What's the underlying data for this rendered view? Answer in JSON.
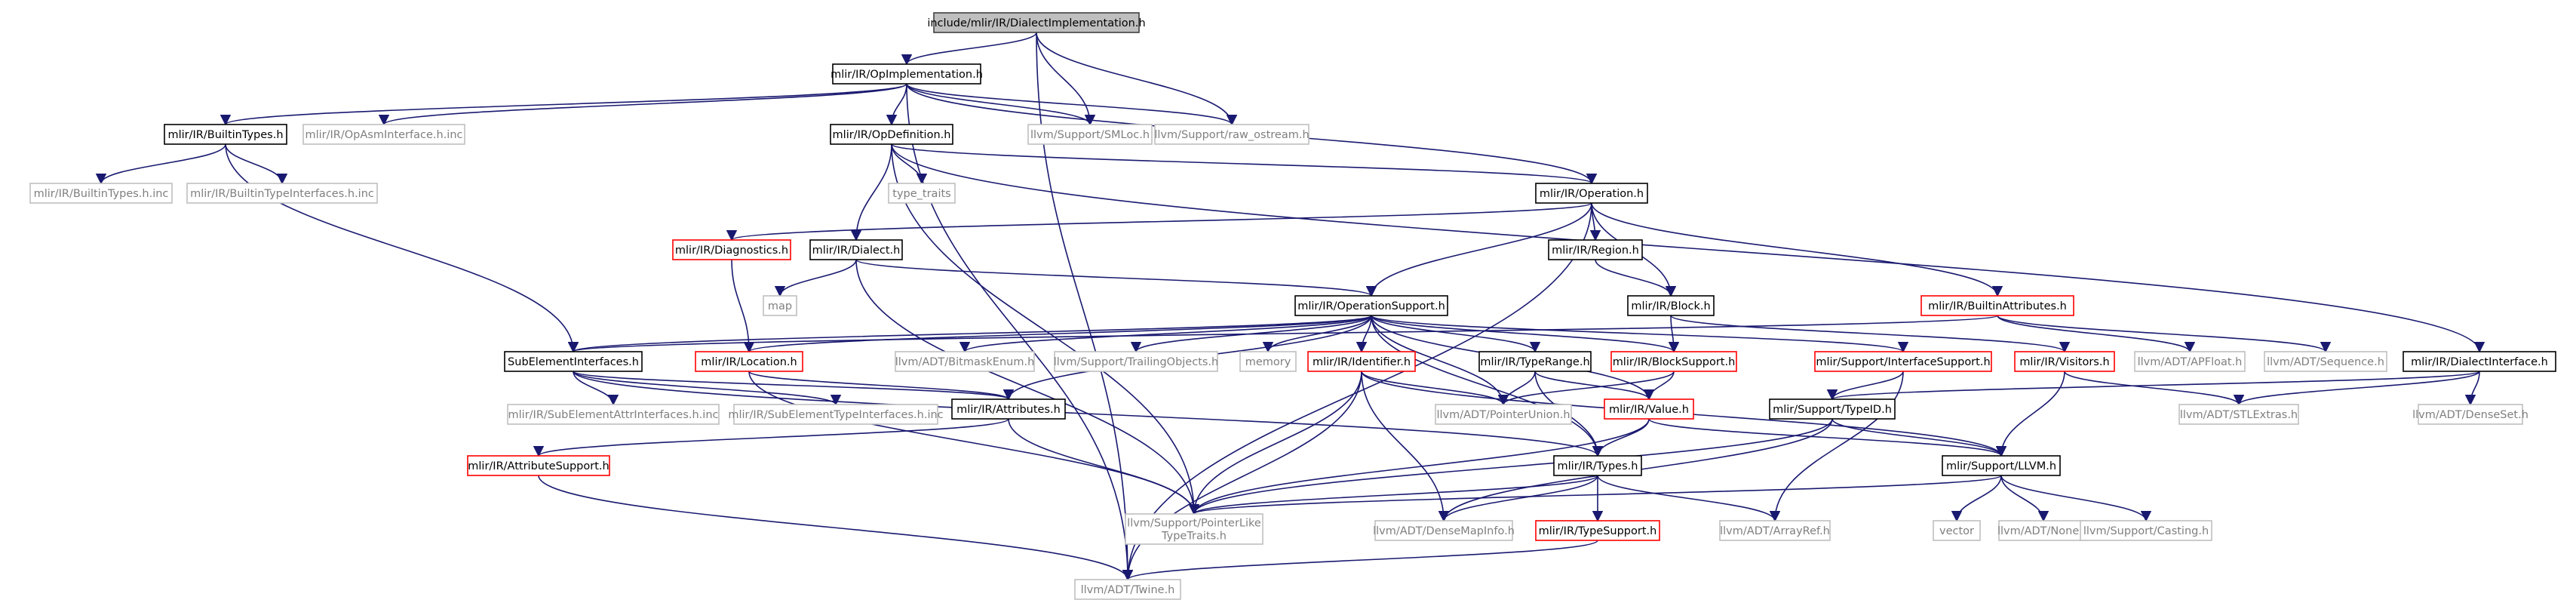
{
  "colors": {
    "edge": "#191970",
    "root_fill": "#bfbfbf",
    "root_border": "#404040",
    "local_border": "#000000",
    "external_border": "#bfbfbf",
    "external_text": "#7f7f7f",
    "truncated_border": "#ff0000",
    "text": "#000000"
  },
  "nodes": [
    {
      "id": "root",
      "label": "include/mlir/IR/DialectImplementation.h",
      "kind": "root"
    },
    {
      "id": "opimpl",
      "label": "mlir/IR/OpImplementation.h",
      "kind": "local"
    },
    {
      "id": "smloc",
      "label": "llvm/Support/SMLoc.h",
      "kind": "external"
    },
    {
      "id": "raw_ostream",
      "label": "llvm/Support/raw_ostream.h",
      "kind": "external"
    },
    {
      "id": "builtintypes",
      "label": "mlir/IR/BuiltinTypes.h",
      "kind": "local"
    },
    {
      "id": "opasminc",
      "label": "mlir/IR/OpAsmInterface.h.inc",
      "kind": "external"
    },
    {
      "id": "opdef",
      "label": "mlir/IR/OpDefinition.h",
      "kind": "local"
    },
    {
      "id": "btinc",
      "label": "mlir/IR/BuiltinTypes.h.inc",
      "kind": "external"
    },
    {
      "id": "btiinc",
      "label": "mlir/IR/BuiltinTypeInterfaces.h.inc",
      "kind": "external"
    },
    {
      "id": "type_traits",
      "label": "type_traits",
      "kind": "external"
    },
    {
      "id": "operation",
      "label": "mlir/IR/Operation.h",
      "kind": "local"
    },
    {
      "id": "diagnostics",
      "label": "mlir/IR/Diagnostics.h",
      "kind": "truncated"
    },
    {
      "id": "dialect",
      "label": "mlir/IR/Dialect.h",
      "kind": "local"
    },
    {
      "id": "region",
      "label": "mlir/IR/Region.h",
      "kind": "local"
    },
    {
      "id": "map",
      "label": "map",
      "kind": "external"
    },
    {
      "id": "opsupport",
      "label": "mlir/IR/OperationSupport.h",
      "kind": "local"
    },
    {
      "id": "block",
      "label": "mlir/IR/Block.h",
      "kind": "local"
    },
    {
      "id": "builtinattrs",
      "label": "mlir/IR/BuiltinAttributes.h",
      "kind": "truncated"
    },
    {
      "id": "subelem",
      "label": "SubElementInterfaces.h",
      "kind": "local"
    },
    {
      "id": "location",
      "label": "mlir/IR/Location.h",
      "kind": "truncated"
    },
    {
      "id": "bitmask",
      "label": "llvm/ADT/BitmaskEnum.h",
      "kind": "external"
    },
    {
      "id": "trailing",
      "label": "llvm/Support/TrailingObjects.h",
      "kind": "external"
    },
    {
      "id": "memory",
      "label": "memory",
      "kind": "external"
    },
    {
      "id": "identifier",
      "label": "mlir/IR/Identifier.h",
      "kind": "truncated"
    },
    {
      "id": "typerange",
      "label": "mlir/IR/TypeRange.h",
      "kind": "local"
    },
    {
      "id": "blocksupport",
      "label": "mlir/IR/BlockSupport.h",
      "kind": "truncated"
    },
    {
      "id": "ifacesupport",
      "label": "mlir/Support/InterfaceSupport.h",
      "kind": "truncated"
    },
    {
      "id": "visitors",
      "label": "mlir/IR/Visitors.h",
      "kind": "truncated"
    },
    {
      "id": "apfloat",
      "label": "llvm/ADT/APFloat.h",
      "kind": "external"
    },
    {
      "id": "sequence",
      "label": "llvm/ADT/Sequence.h",
      "kind": "external"
    },
    {
      "id": "dialectiface",
      "label": "mlir/IR/DialectInterface.h",
      "kind": "local"
    },
    {
      "id": "seaiinc",
      "label": "mlir/IR/SubElementAttrInterfaces.h.inc",
      "kind": "external"
    },
    {
      "id": "setiinc",
      "label": "mlir/IR/SubElementTypeInterfaces.h.inc",
      "kind": "external"
    },
    {
      "id": "attributes",
      "label": "mlir/IR/Attributes.h",
      "kind": "local"
    },
    {
      "id": "ptrunion",
      "label": "llvm/ADT/PointerUnion.h",
      "kind": "external"
    },
    {
      "id": "value",
      "label": "mlir/IR/Value.h",
      "kind": "truncated"
    },
    {
      "id": "typeid",
      "label": "mlir/Support/TypeID.h",
      "kind": "local"
    },
    {
      "id": "stlextras",
      "label": "llvm/ADT/STLExtras.h",
      "kind": "external"
    },
    {
      "id": "denseset",
      "label": "llvm/ADT/DenseSet.h",
      "kind": "external"
    },
    {
      "id": "attrsupport",
      "label": "mlir/IR/AttributeSupport.h",
      "kind": "truncated"
    },
    {
      "id": "types",
      "label": "mlir/IR/Types.h",
      "kind": "local"
    },
    {
      "id": "llvmh",
      "label": "mlir/Support/LLVM.h",
      "kind": "local"
    },
    {
      "id": "ptrlike",
      "label": "llvm/Support/PointerLike\nTypeTraits.h",
      "kind": "external"
    },
    {
      "id": "densemapinfo",
      "label": "llvm/ADT/DenseMapInfo.h",
      "kind": "external"
    },
    {
      "id": "typesupport",
      "label": "mlir/IR/TypeSupport.h",
      "kind": "truncated"
    },
    {
      "id": "arrayref",
      "label": "llvm/ADT/ArrayRef.h",
      "kind": "external"
    },
    {
      "id": "vector",
      "label": "vector",
      "kind": "external"
    },
    {
      "id": "none",
      "label": "llvm/ADT/None.h",
      "kind": "external"
    },
    {
      "id": "casting",
      "label": "llvm/Support/Casting.h",
      "kind": "external"
    },
    {
      "id": "twine",
      "label": "llvm/ADT/Twine.h",
      "kind": "external"
    }
  ],
  "edges": [
    [
      "root",
      "opimpl"
    ],
    [
      "root",
      "smloc"
    ],
    [
      "root",
      "raw_ostream"
    ],
    [
      "root",
      "twine"
    ],
    [
      "opimpl",
      "builtintypes"
    ],
    [
      "opimpl",
      "opasminc"
    ],
    [
      "opimpl",
      "opdef"
    ],
    [
      "opimpl",
      "smloc"
    ],
    [
      "opimpl",
      "raw_ostream"
    ],
    [
      "opimpl",
      "operation"
    ],
    [
      "opimpl",
      "twine"
    ],
    [
      "builtintypes",
      "btinc"
    ],
    [
      "builtintypes",
      "btiinc"
    ],
    [
      "builtintypes",
      "subelem"
    ],
    [
      "opdef",
      "type_traits"
    ],
    [
      "opdef",
      "dialect"
    ],
    [
      "opdef",
      "operation"
    ],
    [
      "opdef",
      "ptrlike"
    ],
    [
      "operation",
      "diagnostics"
    ],
    [
      "operation",
      "region"
    ],
    [
      "operation",
      "block"
    ],
    [
      "operation",
      "opsupport"
    ],
    [
      "operation",
      "builtinattrs"
    ],
    [
      "operation",
      "twine"
    ],
    [
      "diagnostics",
      "location"
    ],
    [
      "dialect",
      "map"
    ],
    [
      "dialect",
      "opsupport"
    ],
    [
      "dialect",
      "ptrlike"
    ],
    [
      "region",
      "block"
    ],
    [
      "block",
      "blocksupport"
    ],
    [
      "block",
      "visitors"
    ],
    [
      "builtinattrs",
      "subelem"
    ],
    [
      "builtinattrs",
      "apfloat"
    ],
    [
      "builtinattrs",
      "sequence"
    ],
    [
      "opsupport",
      "subelem"
    ],
    [
      "opsupport",
      "location"
    ],
    [
      "opsupport",
      "bitmask"
    ],
    [
      "opsupport",
      "trailing"
    ],
    [
      "opsupport",
      "memory"
    ],
    [
      "opsupport",
      "identifier"
    ],
    [
      "opsupport",
      "typerange"
    ],
    [
      "opsupport",
      "blocksupport"
    ],
    [
      "opsupport",
      "ifacesupport"
    ],
    [
      "opsupport",
      "attributes"
    ],
    [
      "opsupport",
      "value"
    ],
    [
      "opsupport",
      "types"
    ],
    [
      "opsupport",
      "ptrunion"
    ],
    [
      "subelem",
      "seaiinc"
    ],
    [
      "subelem",
      "setiinc"
    ],
    [
      "subelem",
      "attributes"
    ],
    [
      "subelem",
      "types"
    ],
    [
      "location",
      "attributes"
    ],
    [
      "location",
      "ptrlike"
    ],
    [
      "identifier",
      "ptrunion"
    ],
    [
      "identifier",
      "llvmh"
    ],
    [
      "identifier",
      "ptrlike"
    ],
    [
      "identifier",
      "densemapinfo"
    ],
    [
      "identifier",
      "twine"
    ],
    [
      "typerange",
      "ptrunion"
    ],
    [
      "typerange",
      "value"
    ],
    [
      "typerange",
      "types"
    ],
    [
      "blocksupport",
      "value"
    ],
    [
      "blocksupport",
      "ptrunion"
    ],
    [
      "ifacesupport",
      "typeid"
    ],
    [
      "ifacesupport",
      "arrayref"
    ],
    [
      "visitors",
      "llvmh"
    ],
    [
      "visitors",
      "stlextras"
    ],
    [
      "dialectiface",
      "typeid"
    ],
    [
      "dialectiface",
      "stlextras"
    ],
    [
      "dialectiface",
      "denseset"
    ],
    [
      "attributes",
      "attrsupport"
    ],
    [
      "attributes",
      "ptrlike"
    ],
    [
      "value",
      "types"
    ],
    [
      "value",
      "ptrlike"
    ],
    [
      "value",
      "llvmh"
    ],
    [
      "typeid",
      "llvmh"
    ],
    [
      "typeid",
      "ptrlike"
    ],
    [
      "typeid",
      "densemapinfo"
    ],
    [
      "attrsupport",
      "twine"
    ],
    [
      "types",
      "typesupport"
    ],
    [
      "types",
      "ptrlike"
    ],
    [
      "types",
      "densemapinfo"
    ],
    [
      "types",
      "arrayref"
    ],
    [
      "llvmh",
      "vector"
    ],
    [
      "llvmh",
      "none"
    ],
    [
      "llvmh",
      "casting"
    ],
    [
      "llvmh",
      "ptrlike"
    ],
    [
      "typesupport",
      "twine"
    ],
    [
      "opdef",
      "dialectiface"
    ]
  ]
}
